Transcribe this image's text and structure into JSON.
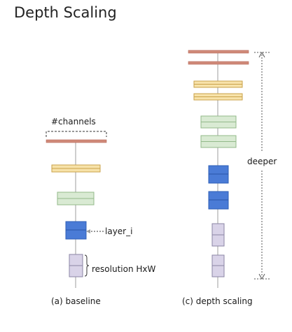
{
  "page": {
    "title": "Depth Scaling"
  },
  "baseline": {
    "channels_label": "#channels",
    "layer_label": "layer_i",
    "resolution_label": "resolution HxW",
    "caption": "(a) baseline"
  },
  "depth": {
    "deeper_label": "deeper",
    "caption": "(c) depth scaling"
  },
  "colors": {
    "output_layer": "#d08a79",
    "yellow_block": "#f7e2a9",
    "green_block": "#d9ead3",
    "blue_block": "#4a7bd6",
    "lavender_block": "#d9d3e8",
    "connector": "#9e9e9e"
  }
}
